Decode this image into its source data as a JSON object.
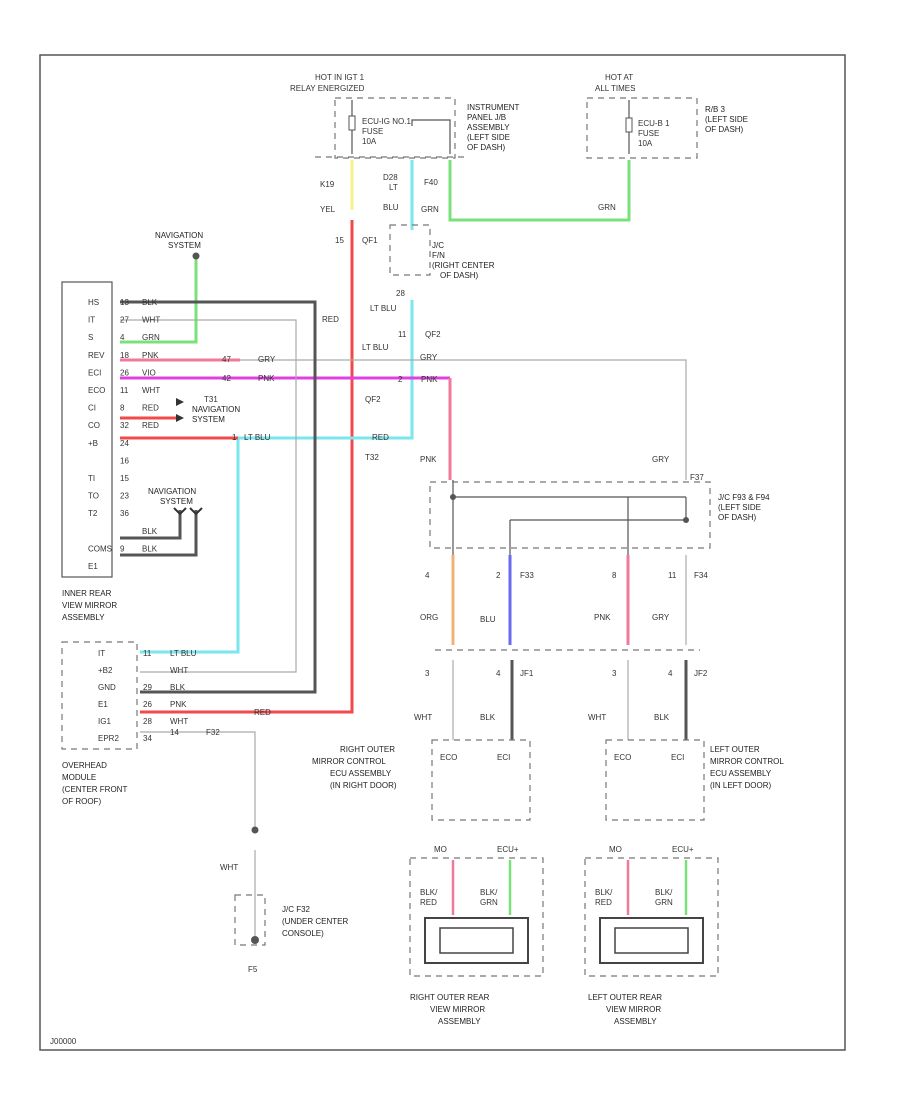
{
  "colors": {
    "red": "#f04a4a",
    "pink": "#f07a9a",
    "yellow": "#f4f08a",
    "cyan": "#7ae6ee",
    "green": "#7ae07a",
    "magenta": "#e040e0",
    "blue": "#6a6af0",
    "orange": "#f4b070",
    "gray": "#aaaaaa",
    "black": "#555555"
  },
  "top": {
    "hot1": "HOT IN IGT 1",
    "hot1b": "RELAY ENERGIZED",
    "fuse1a": "ECU-IG NO.1",
    "fuse1b": "FUSE",
    "fuse1c": "10A",
    "ipjb_a": "INSTRUMENT",
    "ipjb_b": "PANEL J/B",
    "ipjb_c": "ASSEMBLY",
    "ipjb_d": "(LEFT SIDE",
    "ipjb_e": "OF DASH)",
    "hot2": "HOT AT",
    "hot2b": "ALL TIMES",
    "fuse2a": "ECU-B 1",
    "fuse2b": "FUSE",
    "fuse2c": "10A",
    "rb_a": "R/B 3",
    "rb_b": "(LEFT SIDE",
    "rb_c": "OF DASH)"
  },
  "wires": {
    "k19": "K19",
    "yel": "YEL",
    "d28": "D28",
    "lt": "LT",
    "blu1": "BLU",
    "f40": "F40",
    "grn1": "GRN",
    "grn2": "GRN",
    "n15": "15",
    "qf1": "QF1",
    "red1": "RED",
    "jc_a": "J/C",
    "jc_b": "F/N",
    "jc_c": "(RIGHT CENTER",
    "jc_d": "OF DASH)",
    "n28": "28",
    "ltblu1": "LT BLU",
    "n11": "11",
    "qf2a": "QF2",
    "ltblu2": "LT BLU",
    "grya": "GRY",
    "n2b": "2",
    "qf2b": "QF2",
    "pnk_mid": "PNK",
    "red2": "RED",
    "t32a": "T32",
    "pnk_c": "PNK",
    "gry_c": "GRY",
    "f37": "F37",
    "jc2_a": "J/C F93 & F94",
    "jc2_b": "(LEFT SIDE",
    "jc2_c": "OF DASH)",
    "n4": "4",
    "n2c": "2",
    "f33": "F33",
    "n8": "8",
    "n11b": "11",
    "f34": "F34",
    "org": "ORG",
    "blu2": "BLU",
    "pnk2": "PNK",
    "gry2": "GRY",
    "n3a": "3",
    "n4a": "4",
    "jf1": "JF1",
    "n3b": "3",
    "n4b": "4",
    "jf2": "JF2",
    "wht_a": "WHT",
    "blk_a": "BLK",
    "wht_b": "WHT",
    "blk_b": "BLK"
  },
  "mirror": {
    "pins": [
      "HS",
      "IT",
      "S",
      "REV",
      "ECI",
      "ECO",
      "CI",
      "CO",
      "+B",
      "",
      "TI",
      "TO",
      "T2",
      "",
      "COMS",
      "E1"
    ],
    "pin_nums": [
      "13",
      "27",
      "4",
      "18",
      "26",
      "11",
      "8",
      "32",
      "24",
      "16",
      "15",
      "23",
      "36",
      "",
      "9",
      ""
    ],
    "wire_cols": [
      "BLK",
      "WHT",
      "GRN",
      "PNK",
      "VIO",
      "WHT",
      "RED",
      "RED",
      "",
      "",
      "",
      "",
      "",
      "BLK",
      "BLK"
    ],
    "nav_top_a": "NAVIGATION",
    "nav_top_b": "SYSTEM",
    "nav_mid_a": "NAVIGATION",
    "nav_mid_b": "SYSTEM",
    "nav_low_a": "NAVIGATION",
    "nav_low_b": "SYSTEM",
    "t31": "T31",
    "n47": "47",
    "gry_r": "GRY",
    "n42": "42",
    "pnk_r": "PNK",
    "n1": "1",
    "ltblu_r": "LT BLU",
    "title_a": "INNER REAR",
    "title_b": "VIEW MIRROR",
    "title_c": "ASSEMBLY"
  },
  "overhead": {
    "pins": [
      "IT",
      "+B2",
      "GND",
      "E1",
      "IG1",
      "EPR2"
    ],
    "pin_nums": [
      "11",
      "",
      "29",
      "26",
      "28",
      "34"
    ],
    "wires": [
      "LT BLU",
      "WHT",
      "BLK",
      "PNK",
      "WHT"
    ],
    "extra_a": "14",
    "extra_b": "F32",
    "extra_c": "RED",
    "title_a": "OVERHEAD",
    "title_b": "MODULE",
    "title_c": "(CENTER FRONT",
    "title_d": "OF ROOF)"
  },
  "ground": {
    "wht": "WHT",
    "jc_a": "J/C F32",
    "jc_b": "(UNDER CENTER",
    "jc_c": "CONSOLE)",
    "f5": "F5"
  },
  "ecu_right": {
    "pin1": "ECO",
    "pin2": "ECI",
    "a": "RIGHT OUTER",
    "b": "MIRROR CONTROL",
    "c": "ECU ASSEMBLY",
    "d": "(IN RIGHT DOOR)"
  },
  "ecu_left": {
    "pin1": "ECO",
    "pin2": "ECI",
    "a": "LEFT OUTER",
    "b": "MIRROR CONTROL",
    "c": "ECU ASSEMBLY",
    "d": "(IN LEFT DOOR)"
  },
  "mirror_right": {
    "t1": "MO",
    "t2": "ECU+",
    "w1a": "BLK/",
    "w1b": "RED",
    "w2a": "BLK/",
    "w2b": "GRN",
    "a": "RIGHT OUTER REAR",
    "b": "VIEW MIRROR",
    "c": "ASSEMBLY"
  },
  "mirror_left": {
    "t1": "MO",
    "t2": "ECU+",
    "w1a": "BLK/",
    "w1b": "RED",
    "w2a": "BLK/",
    "w2b": "GRN",
    "a": "LEFT OUTER REAR",
    "b": "VIEW MIRROR",
    "c": "ASSEMBLY"
  },
  "footer": "J00000"
}
